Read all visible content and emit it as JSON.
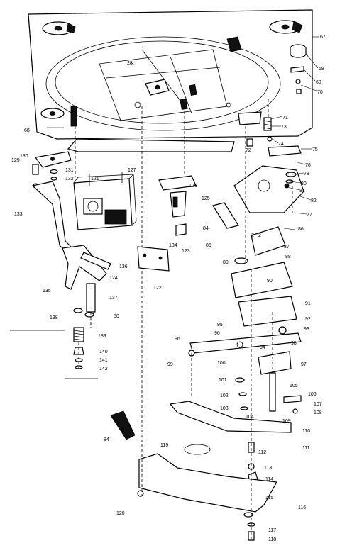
{
  "callouts": [
    {
      "id": "67",
      "text": "67"
    },
    {
      "id": "68",
      "text": "68"
    },
    {
      "id": "69",
      "text": "69"
    },
    {
      "id": "70",
      "text": "70"
    },
    {
      "id": "58",
      "text": "58"
    },
    {
      "id": "28",
      "text": "28"
    },
    {
      "id": "71",
      "text": "71"
    },
    {
      "id": "72",
      "text": "72"
    },
    {
      "id": "73",
      "text": "73"
    },
    {
      "id": "74",
      "text": "74"
    },
    {
      "id": "75",
      "text": "75"
    },
    {
      "id": "76",
      "text": "76"
    },
    {
      "id": "77",
      "text": "77"
    },
    {
      "id": "78",
      "text": "78"
    },
    {
      "id": "80",
      "text": "80"
    },
    {
      "id": "81",
      "text": "81"
    },
    {
      "id": "82",
      "text": "82"
    },
    {
      "id": "84",
      "text": "84"
    },
    {
      "id": "85",
      "text": "85"
    },
    {
      "id": "86",
      "text": "86"
    },
    {
      "id": "87",
      "text": "87"
    },
    {
      "id": "88",
      "text": "88"
    },
    {
      "id": "89",
      "text": "89"
    },
    {
      "id": "90",
      "text": "90"
    },
    {
      "id": "91",
      "text": "91"
    },
    {
      "id": "92",
      "text": "92"
    },
    {
      "id": "93",
      "text": "93"
    },
    {
      "id": "94",
      "text": "94"
    },
    {
      "id": "95",
      "text": "95"
    },
    {
      "id": "96",
      "text": "96"
    },
    {
      "id": "97",
      "text": "97"
    },
    {
      "id": "98",
      "text": "98"
    },
    {
      "id": "99",
      "text": "99"
    },
    {
      "id": "100",
      "text": "100"
    },
    {
      "id": "101",
      "text": "101"
    },
    {
      "id": "102",
      "text": "102"
    },
    {
      "id": "103",
      "text": "103"
    },
    {
      "id": "104",
      "text": "104"
    },
    {
      "id": "105",
      "text": "105"
    },
    {
      "id": "106",
      "text": "106"
    },
    {
      "id": "107",
      "text": "107"
    },
    {
      "id": "108",
      "text": "108"
    },
    {
      "id": "109",
      "text": "109"
    },
    {
      "id": "110",
      "text": "110"
    },
    {
      "id": "111",
      "text": "111"
    },
    {
      "id": "112",
      "text": "112"
    },
    {
      "id": "113",
      "text": "113"
    },
    {
      "id": "114",
      "text": "114"
    },
    {
      "id": "115",
      "text": "115"
    },
    {
      "id": "116",
      "text": "116"
    },
    {
      "id": "117",
      "text": "117"
    },
    {
      "id": "118",
      "text": "118"
    },
    {
      "id": "119",
      "text": "119"
    },
    {
      "id": "120",
      "text": "120"
    },
    {
      "id": "121",
      "text": "121"
    },
    {
      "id": "122",
      "text": "122"
    },
    {
      "id": "123",
      "text": "123"
    },
    {
      "id": "124",
      "text": "124"
    },
    {
      "id": "125",
      "text": "125"
    },
    {
      "id": "126",
      "text": "126"
    },
    {
      "id": "127",
      "text": "127"
    },
    {
      "id": "129",
      "text": "129"
    },
    {
      "id": "130",
      "text": "130"
    },
    {
      "id": "131",
      "text": "131"
    },
    {
      "id": "132",
      "text": "132"
    },
    {
      "id": "133",
      "text": "133"
    },
    {
      "id": "134",
      "text": "134"
    },
    {
      "id": "135",
      "text": "135"
    },
    {
      "id": "136",
      "text": "136"
    },
    {
      "id": "137",
      "text": "137"
    },
    {
      "id": "138",
      "text": "138"
    },
    {
      "id": "139",
      "text": "139"
    },
    {
      "id": "140",
      "text": "140"
    },
    {
      "id": "141",
      "text": "141"
    },
    {
      "id": "142",
      "text": "142"
    },
    {
      "id": "50",
      "text": "50"
    },
    {
      "id": "84b",
      "text": "84"
    },
    {
      "id": "2a",
      "text": "2"
    },
    {
      "id": "2b",
      "text": "2"
    }
  ]
}
